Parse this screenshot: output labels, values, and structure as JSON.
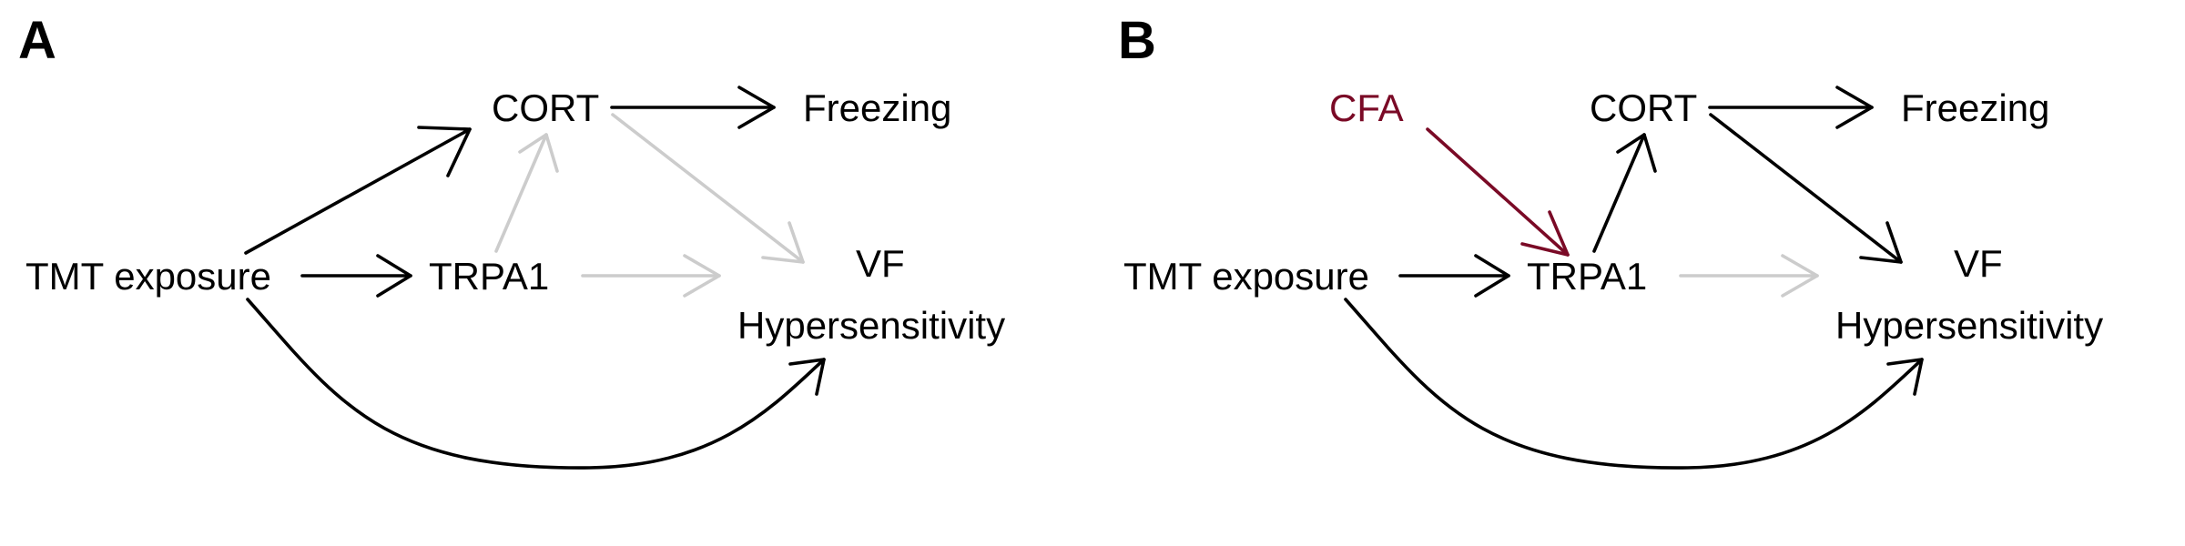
{
  "colors": {
    "strong": "#000000",
    "weak": "#cccccc",
    "highlight": "#7a0a26"
  },
  "panels": [
    {
      "label": "A",
      "nodes": {
        "cort": "CORT",
        "freezing": "Freezing",
        "tmt": "TMT exposure",
        "trpa1": "TRPA1",
        "vf_line1": "VF",
        "vf_line2": "Hypersensitivity"
      },
      "edges": [
        {
          "from": "TMT exposure",
          "to": "CORT",
          "style": "strong"
        },
        {
          "from": "TMT exposure",
          "to": "TRPA1",
          "style": "strong"
        },
        {
          "from": "TMT exposure",
          "to": "VF Hypersensitivity",
          "style": "strong"
        },
        {
          "from": "CORT",
          "to": "Freezing",
          "style": "strong"
        },
        {
          "from": "CORT",
          "to": "VF Hypersensitivity",
          "style": "weak"
        },
        {
          "from": "TRPA1",
          "to": "CORT",
          "style": "weak"
        },
        {
          "from": "TRPA1",
          "to": "VF Hypersensitivity",
          "style": "weak"
        }
      ]
    },
    {
      "label": "B",
      "nodes": {
        "cfa": "CFA",
        "cort": "CORT",
        "freezing": "Freezing",
        "tmt": "TMT exposure",
        "trpa1": "TRPA1",
        "vf_line1": "VF",
        "vf_line2": "Hypersensitivity"
      },
      "edges": [
        {
          "from": "CFA",
          "to": "TRPA1",
          "style": "highlight"
        },
        {
          "from": "TMT exposure",
          "to": "TRPA1",
          "style": "strong"
        },
        {
          "from": "TMT exposure",
          "to": "VF Hypersensitivity",
          "style": "strong"
        },
        {
          "from": "TRPA1",
          "to": "CORT",
          "style": "strong"
        },
        {
          "from": "CORT",
          "to": "Freezing",
          "style": "strong"
        },
        {
          "from": "CORT",
          "to": "VF Hypersensitivity",
          "style": "strong"
        },
        {
          "from": "TRPA1",
          "to": "VF Hypersensitivity",
          "style": "weak"
        }
      ]
    }
  ]
}
